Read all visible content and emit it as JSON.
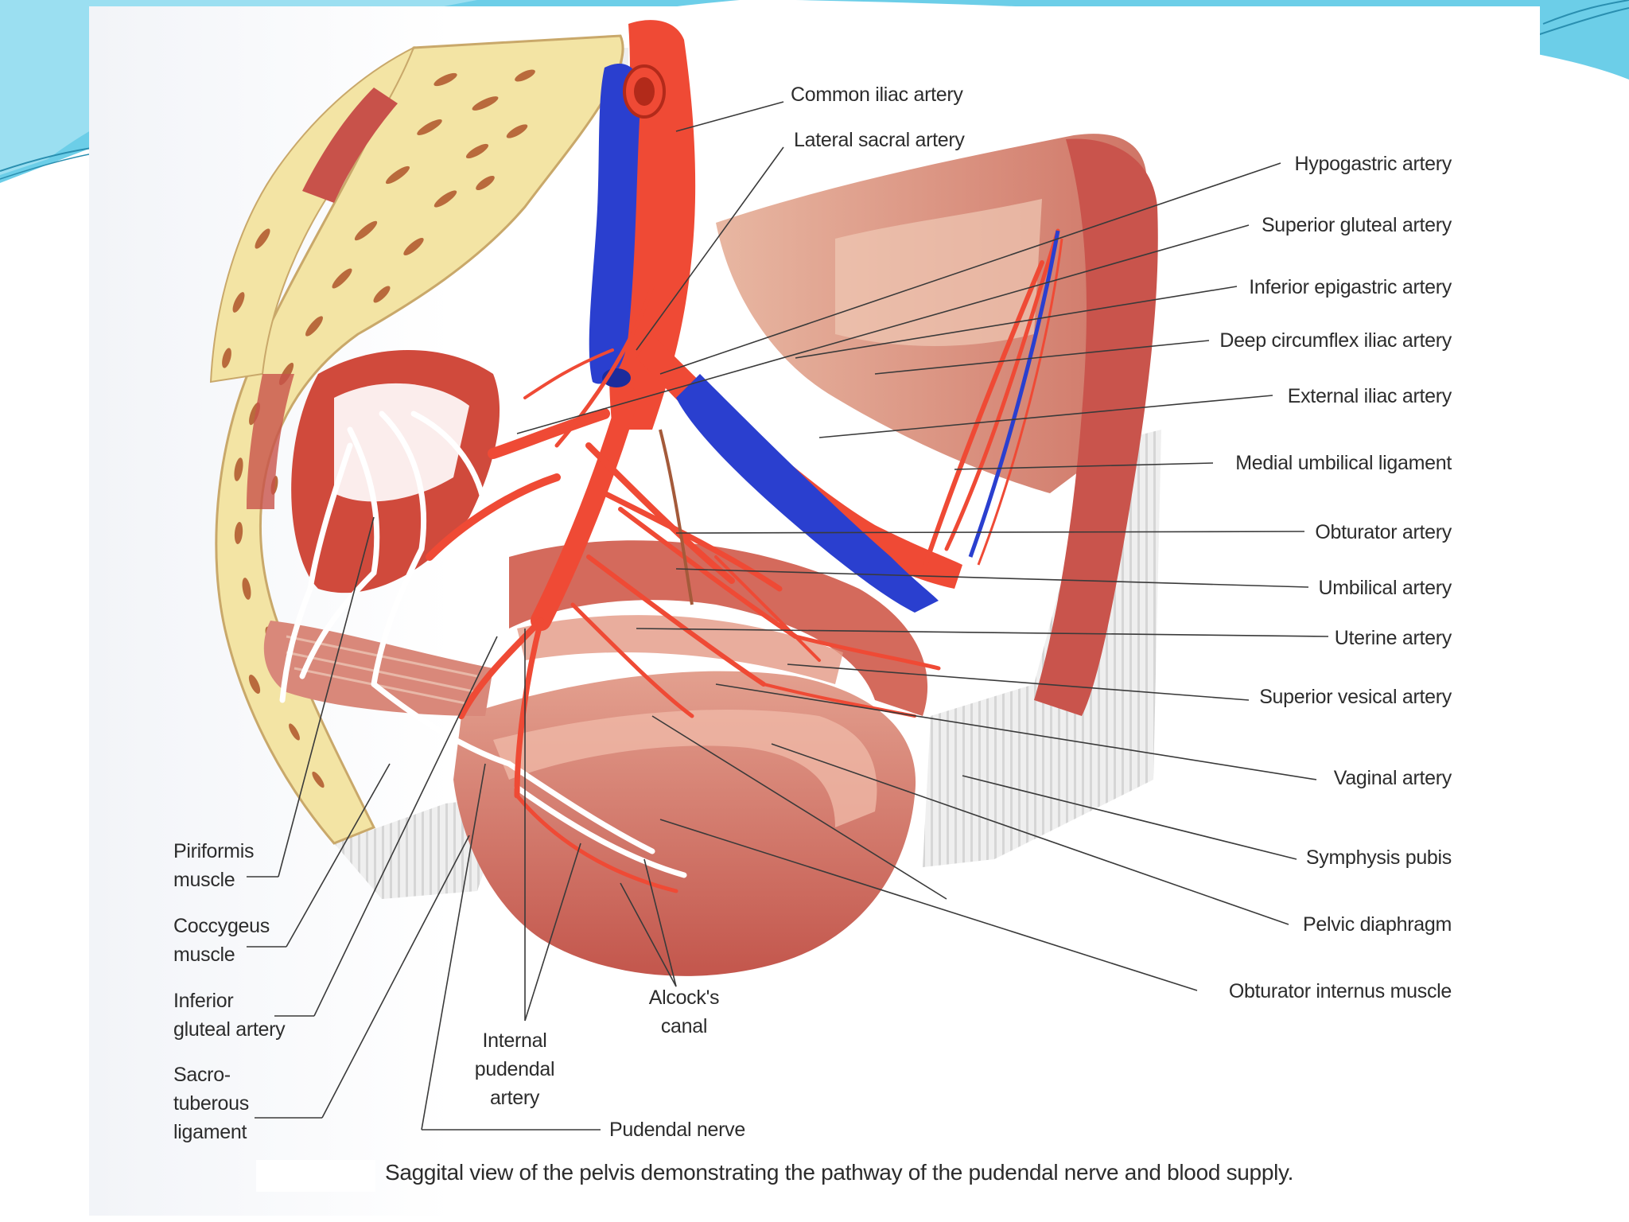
{
  "colors": {
    "artery": "#ef4a35",
    "vein": "#2a3fcf",
    "bone": "#f3e4a4",
    "bone_spot": "#b96a3c",
    "muscle": "#c8524a",
    "slide_accent": "#4fc4e3"
  },
  "labels_right": [
    "Common iliac artery",
    "Lateral sacral artery",
    "Hypogastric artery",
    "Superior gluteal artery",
    "Inferior epigastric artery",
    "Deep circumflex iliac artery",
    "External iliac artery",
    "Medial umbilical ligament",
    "Obturator artery",
    "Umbilical artery",
    "Uterine artery",
    "Superior vesical artery",
    "Vaginal artery",
    "Symphysis pubis",
    "Pelvic diaphragm",
    "Obturator internus muscle"
  ],
  "labels_left": {
    "piriformis": [
      "Piriformis",
      "muscle"
    ],
    "coccygeus": [
      "Coccygeus",
      "muscle"
    ],
    "inferior_gluteal": [
      "Inferior",
      "gluteal artery"
    ],
    "sacrotuberous": [
      "Sacro-",
      "tuberous",
      "ligament"
    ]
  },
  "labels_bottom": {
    "internal_pudendal": [
      "Internal",
      "pudendal",
      "artery"
    ],
    "alcocks_canal": [
      "Alcock's",
      "canal"
    ],
    "pudendal_nerve": "Pudendal nerve"
  },
  "caption": "Saggital view of the pelvis demonstrating the pathway of the pudendal nerve and blood supply."
}
